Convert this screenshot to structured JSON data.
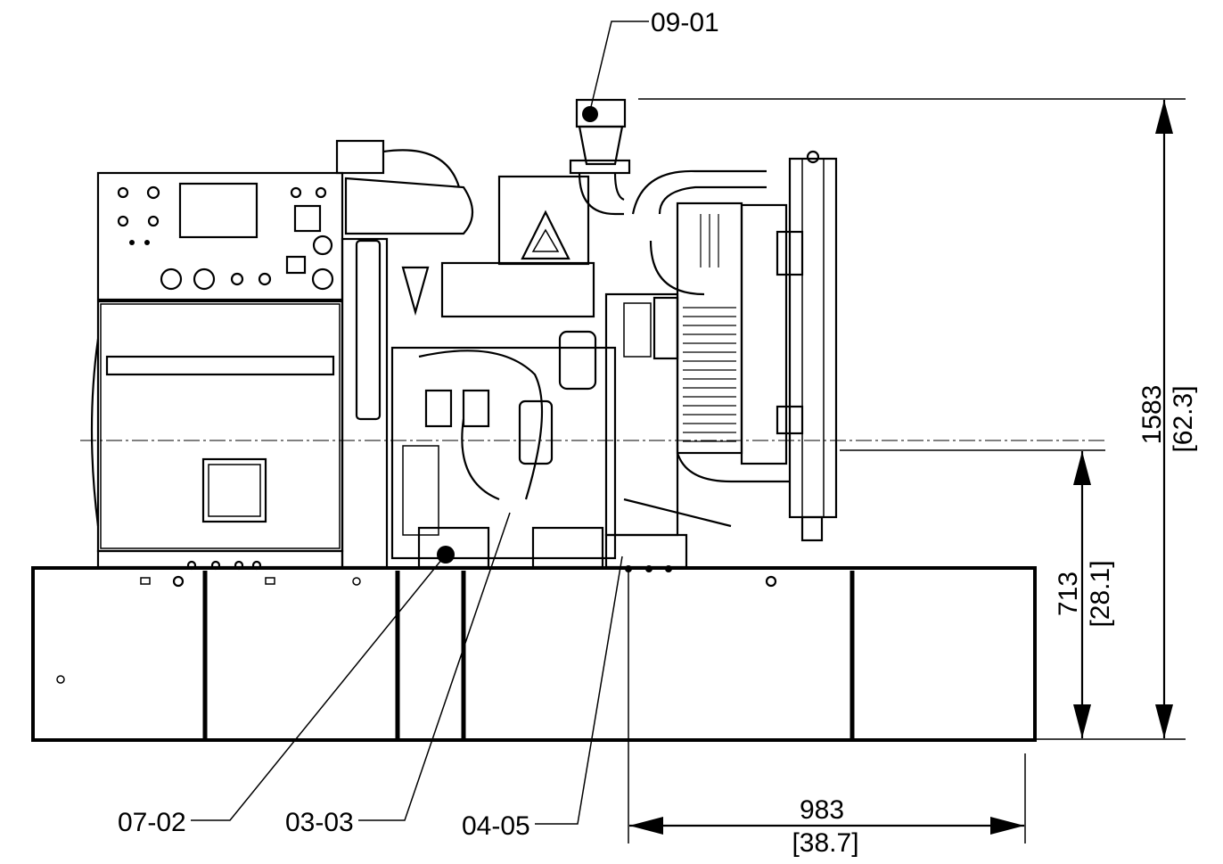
{
  "callouts": {
    "exhaust": "09-01",
    "fuel_filter": "07-02",
    "oil_drain": "03-03",
    "battery": "04-05"
  },
  "dimensions": {
    "overall_height_mm": "1583",
    "overall_height_in": "[62.3]",
    "center_height_mm": "713",
    "center_height_in": "[28.1]",
    "rear_length_mm": "983",
    "rear_length_in": "[38.7]"
  },
  "colors": {
    "line": "#000000",
    "background": "#ffffff"
  }
}
